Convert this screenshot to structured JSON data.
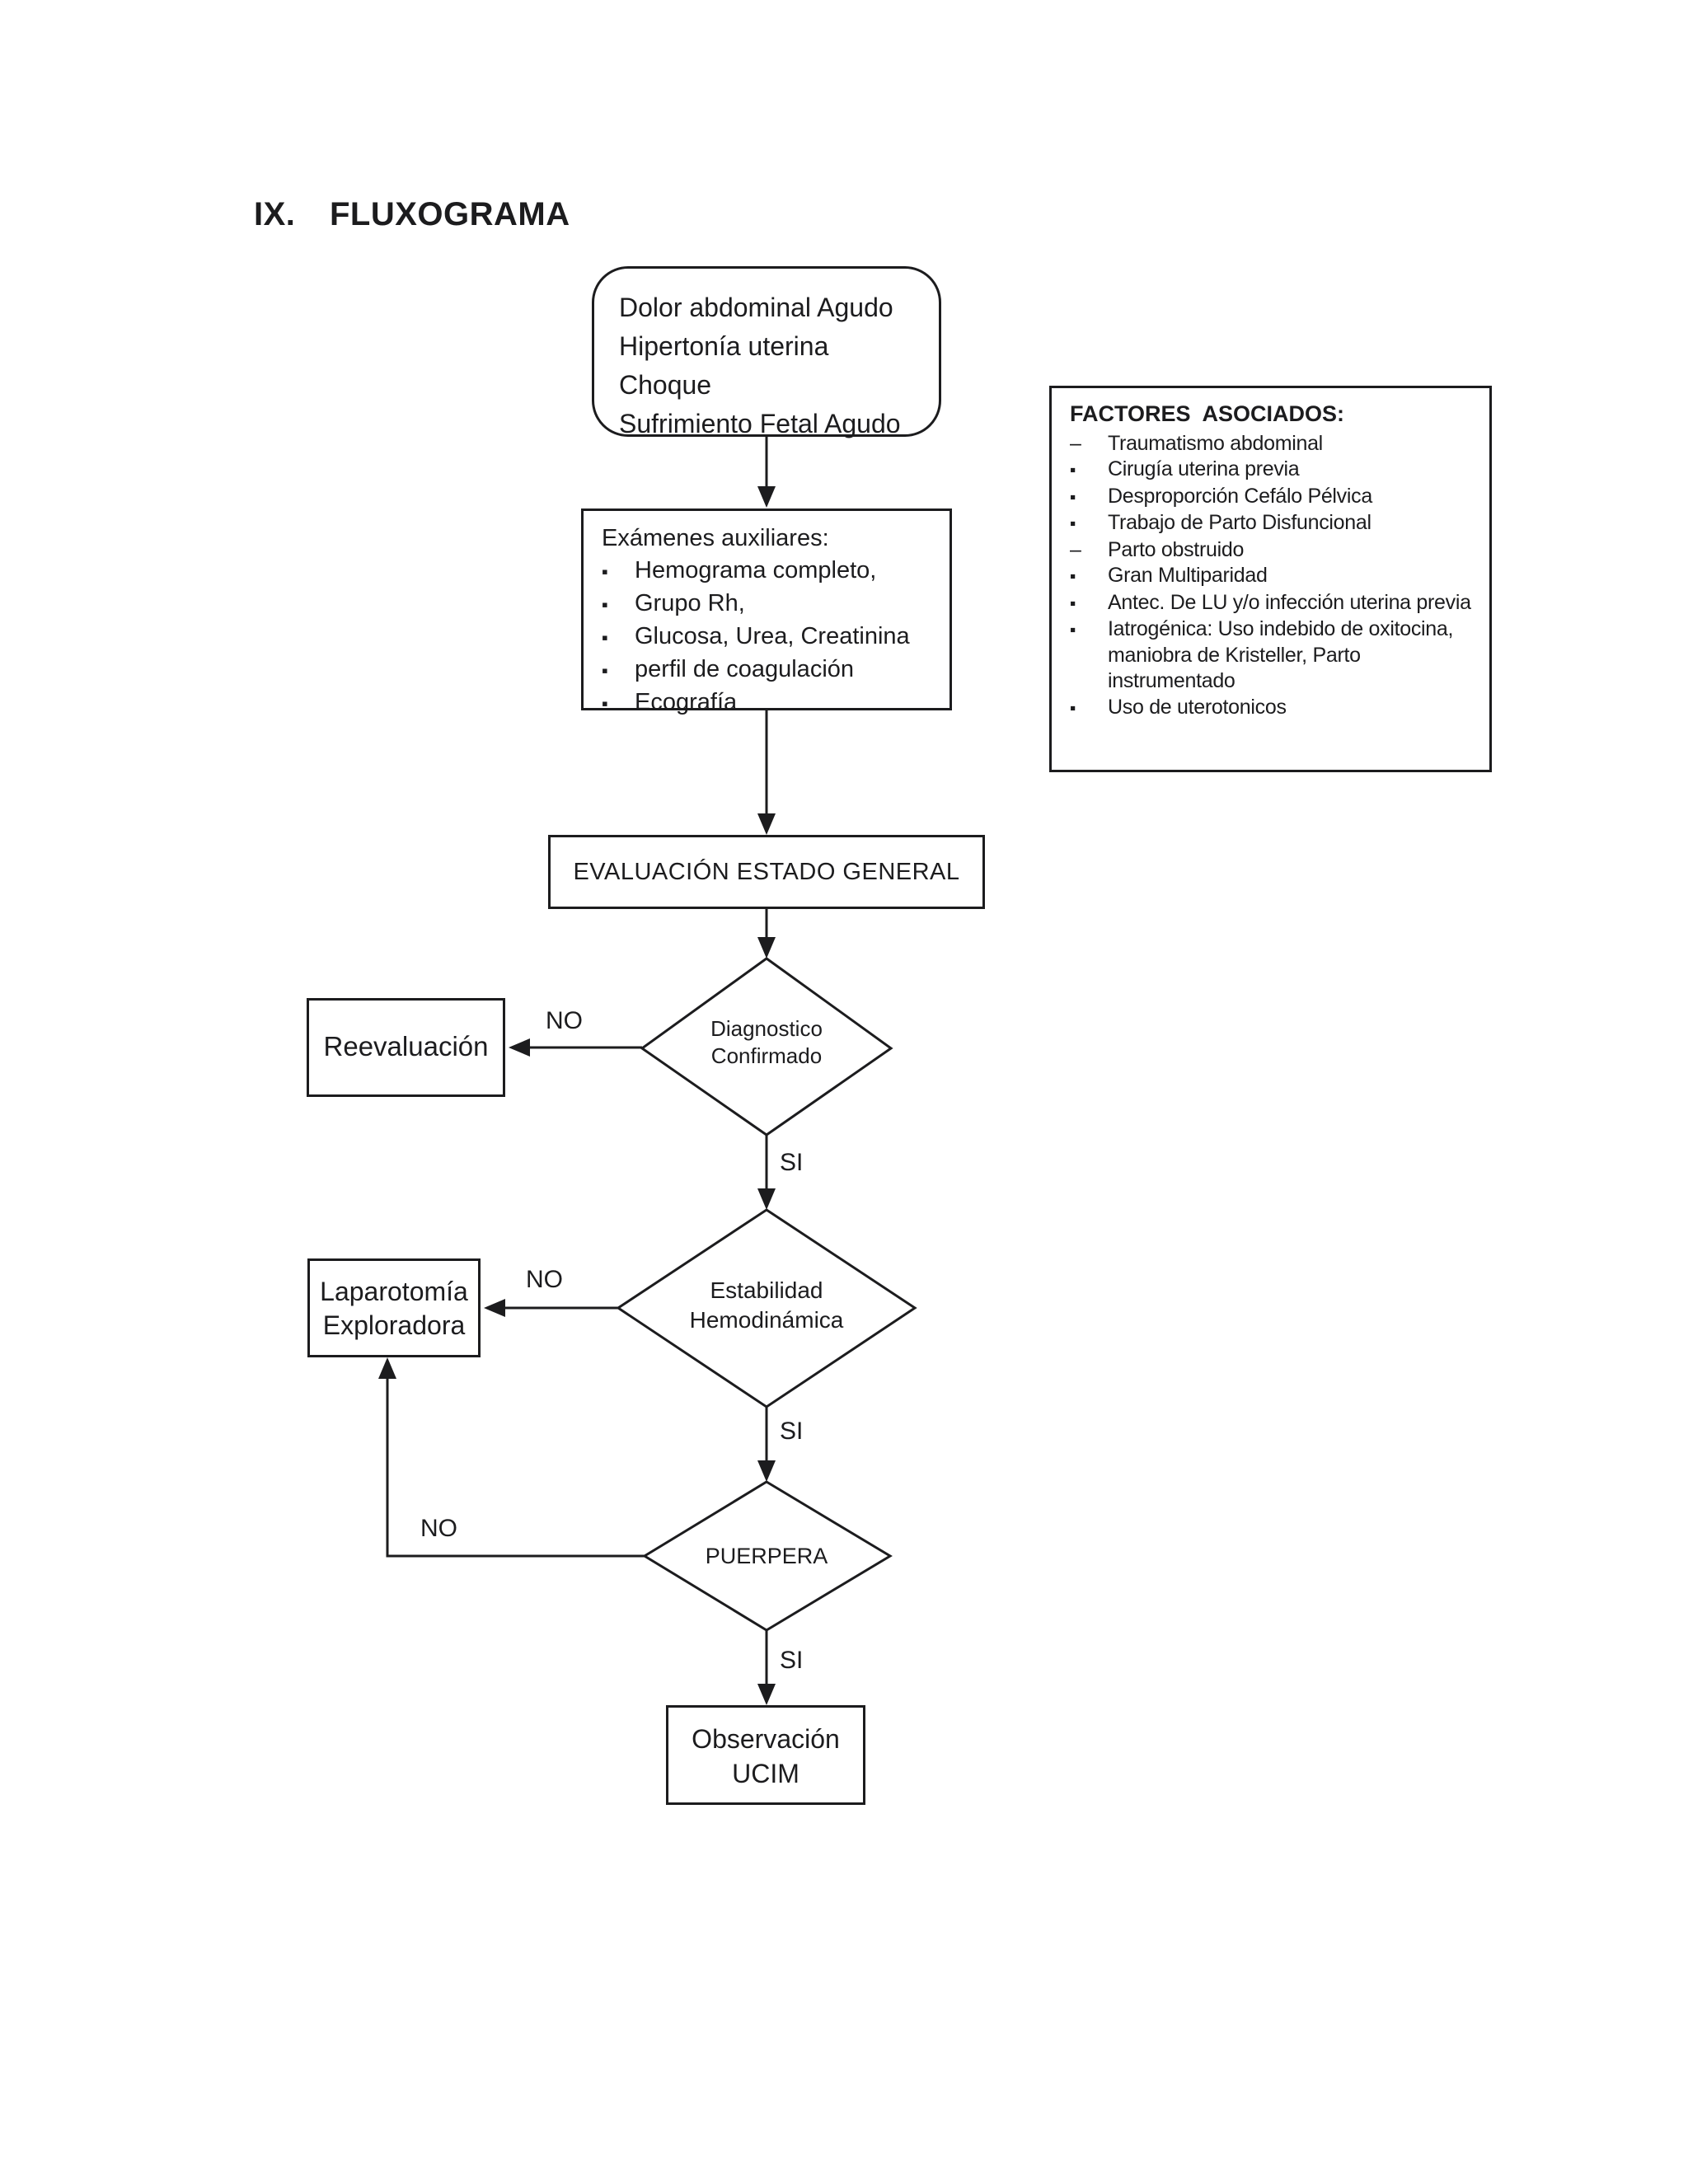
{
  "page": {
    "title_number": "IX.",
    "title": "FLUXOGRAMA"
  },
  "colors": {
    "ink": "#1c1c1e",
    "paper": "#ffffff"
  },
  "flowchart": {
    "start": {
      "lines": [
        "Dolor abdominal Agudo",
        "Hipertonía uterina",
        "Choque",
        "Sufrimiento Fetal Agudo"
      ]
    },
    "factores": {
      "heading": "FACTORES  ASOCIADOS:",
      "items": [
        {
          "bullet": "–",
          "text": "Traumatismo abdominal"
        },
        {
          "bullet": "▪",
          "text": "Cirugía uterina previa"
        },
        {
          "bullet": "▪",
          "text": "Desproporción Cefálo Pélvica"
        },
        {
          "bullet": "▪",
          "text": "Trabajo de Parto Disfuncional"
        },
        {
          "bullet": "–",
          "text": "Parto obstruido"
        },
        {
          "bullet": "▪",
          "text": "Gran Multiparidad"
        },
        {
          "bullet": "▪",
          "text": "Antec. De LU y/o infección uterina previa"
        },
        {
          "bullet": "▪",
          "text": "Iatrogénica: Uso indebido de oxitocina, maniobra de Kristeller, Parto instrumentado"
        },
        {
          "bullet": "▪",
          "text": "Uso de uterotonicos"
        }
      ]
    },
    "examenes": {
      "heading": "Exámenes auxiliares:",
      "items": [
        {
          "bullet": "▪",
          "text": "Hemograma completo,"
        },
        {
          "bullet": "▪",
          "text": "Grupo Rh,"
        },
        {
          "bullet": "▪",
          "text": "Glucosa, Urea, Creatinina"
        },
        {
          "bullet": "▪",
          "text": "perfil de coagulación"
        },
        {
          "bullet": "▪",
          "text": "Ecografía"
        }
      ]
    },
    "evaluacion": {
      "label": "EVALUACIÓN ESTADO GENERAL"
    },
    "decision_diagnostico": {
      "lines": [
        "Diagnostico",
        "Confirmado"
      ]
    },
    "reevaluacion": {
      "label": "Reevaluación"
    },
    "decision_estabilidad": {
      "lines": [
        "Estabilidad",
        "Hemodinámica"
      ]
    },
    "laparotomia": {
      "lines": [
        "Laparotomía",
        "Exploradora"
      ]
    },
    "decision_puerpera": {
      "label": "PUERPERA"
    },
    "observacion": {
      "lines": [
        "Observación",
        "UCIM"
      ]
    },
    "edge_labels": {
      "no1": "NO",
      "si1": "SI",
      "no2": "NO",
      "si2": "SI",
      "no3": "NO",
      "si3": "SI"
    }
  }
}
